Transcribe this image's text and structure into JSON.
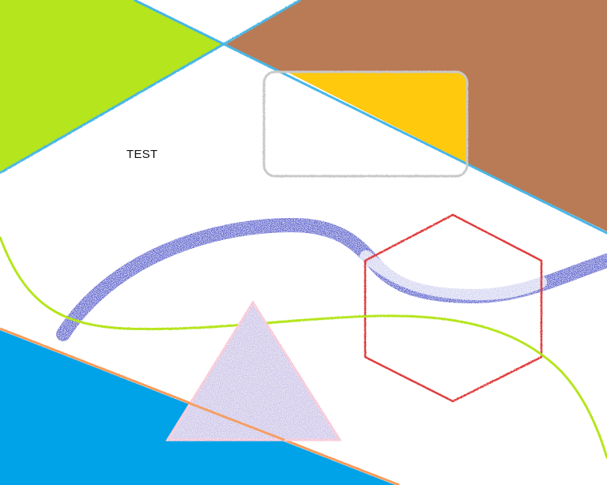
{
  "canvas": {
    "background_color": "#ffffff",
    "label_text": "TEST"
  },
  "colors": {
    "green_fill": "#b5e51d",
    "brown_fill": "#b97a56",
    "yellow_fill": "#ffc90e",
    "blue_fill": "#00a2e8",
    "line_blue": "#47b6e7",
    "rounded_rect_stroke": "#c9c9c9",
    "blue_stroke": "#3f48cc",
    "hexagon_stroke": "#e03c3c",
    "curve_green": "#b5e51d",
    "orange_line": "#f79a58",
    "triangle_fill": "#c8bfe7",
    "triangle_stroke": "#f7b2c9"
  },
  "shapes": [
    {
      "kind": "polygon",
      "name": "green-triangle"
    },
    {
      "kind": "polygon",
      "name": "brown-quad"
    },
    {
      "kind": "polygon",
      "name": "yellow-shape"
    },
    {
      "kind": "polygon",
      "name": "blue-shape"
    },
    {
      "kind": "line",
      "name": "blue-diagonal-line"
    },
    {
      "kind": "rounded-rect",
      "name": "rounded-rectangle-outline"
    },
    {
      "kind": "stroke",
      "name": "blue-brush-stroke"
    },
    {
      "kind": "polygon",
      "name": "red-hexagon-outline"
    },
    {
      "kind": "curve",
      "name": "green-curve"
    },
    {
      "kind": "line",
      "name": "orange-line"
    },
    {
      "kind": "polygon",
      "name": "lavender-triangle"
    }
  ]
}
